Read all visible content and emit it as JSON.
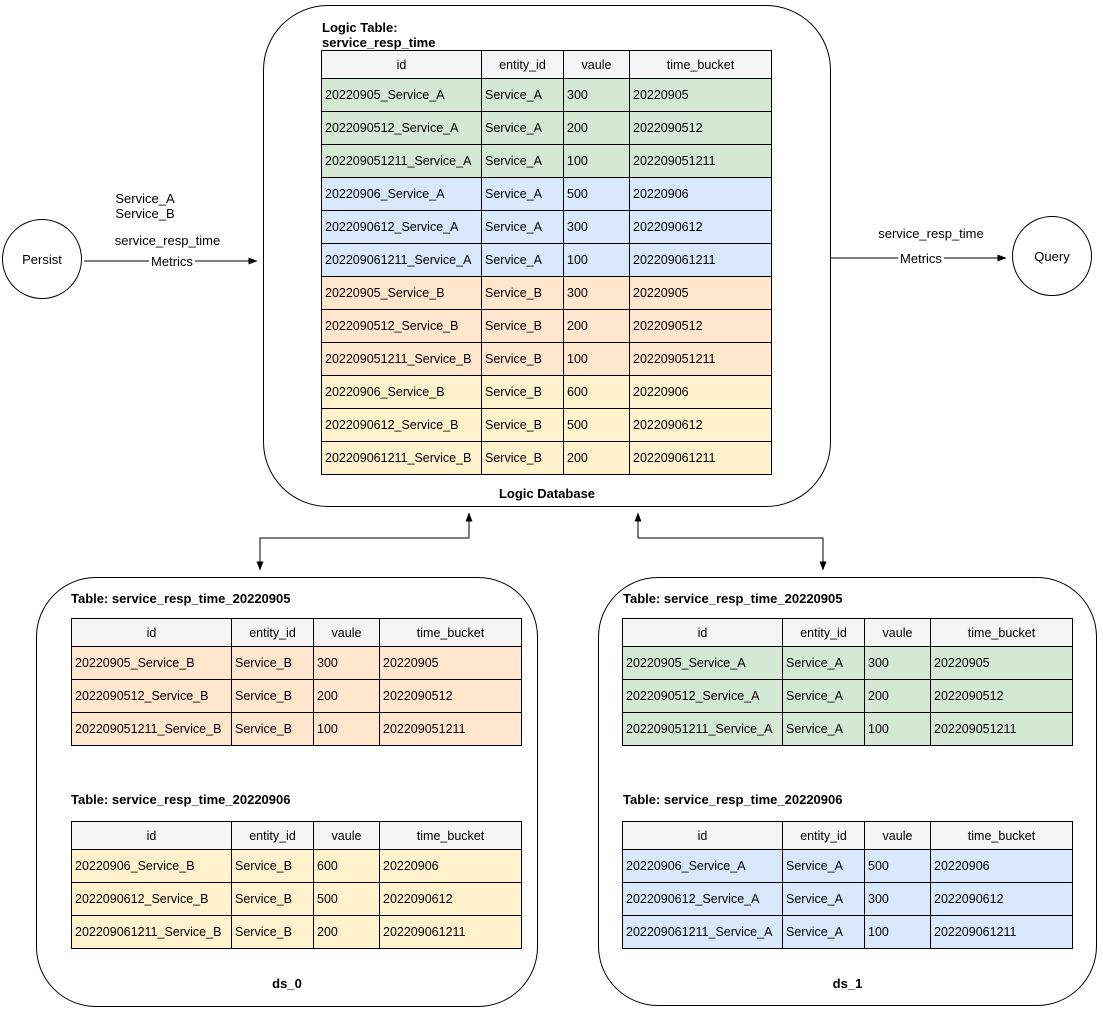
{
  "colors": {
    "green": "#d5e8d4",
    "blue": "#dae8fc",
    "orange": "#ffe6cc",
    "yellow": "#fff2cc",
    "header": "#f5f5f5",
    "stroke": "#000000"
  },
  "flows": {
    "persist": {
      "node_label": "Persist",
      "services": [
        "Service_A",
        "Service_B"
      ],
      "metric_name": "service_resp_time",
      "edge_label": "Metrics"
    },
    "query": {
      "node_label": "Query",
      "metric_name": "service_resp_time",
      "edge_label": "Metrics"
    }
  },
  "logic_database": {
    "title_line1": "Logic Table:",
    "title_line2": "service_resp_time",
    "caption": "Logic Database",
    "table": {
      "headers": [
        "id",
        "entity_id",
        "vaule",
        "time_bucket"
      ],
      "rows": [
        {
          "color": "green",
          "cells": [
            "20220905_Service_A",
            "Service_A",
            "300",
            "20220905"
          ]
        },
        {
          "color": "green",
          "cells": [
            "2022090512_Service_A",
            "Service_A",
            "200",
            "2022090512"
          ]
        },
        {
          "color": "green",
          "cells": [
            "202209051211_Service_A",
            "Service_A",
            "100",
            "202209051211"
          ]
        },
        {
          "color": "blue",
          "cells": [
            "20220906_Service_A",
            "Service_A",
            "500",
            "20220906"
          ]
        },
        {
          "color": "blue",
          "cells": [
            "2022090612_Service_A",
            "Service_A",
            "300",
            "2022090612"
          ]
        },
        {
          "color": "blue",
          "cells": [
            "202209061211_Service_A",
            "Service_A",
            "100",
            "202209061211"
          ]
        },
        {
          "color": "orange",
          "cells": [
            "20220905_Service_B",
            "Service_B",
            "300",
            "20220905"
          ]
        },
        {
          "color": "orange",
          "cells": [
            "2022090512_Service_B",
            "Service_B",
            "200",
            "2022090512"
          ]
        },
        {
          "color": "orange",
          "cells": [
            "202209051211_Service_B",
            "Service_B",
            "100",
            "202209051211"
          ]
        },
        {
          "color": "yellow",
          "cells": [
            "20220906_Service_B",
            "Service_B",
            "600",
            "20220906"
          ]
        },
        {
          "color": "yellow",
          "cells": [
            "2022090612_Service_B",
            "Service_B",
            "500",
            "2022090612"
          ]
        },
        {
          "color": "yellow",
          "cells": [
            "202209061211_Service_B",
            "Service_B",
            "200",
            "202209061211"
          ]
        }
      ]
    }
  },
  "ds_0": {
    "caption": "ds_0",
    "tables": [
      {
        "title": "Table: service_resp_time_20220905",
        "headers": [
          "id",
          "entity_id",
          "vaule",
          "time_bucket"
        ],
        "rows": [
          {
            "color": "orange",
            "cells": [
              "20220905_Service_B",
              "Service_B",
              "300",
              "20220905"
            ]
          },
          {
            "color": "orange",
            "cells": [
              "2022090512_Service_B",
              "Service_B",
              "200",
              "2022090512"
            ]
          },
          {
            "color": "orange",
            "cells": [
              "202209051211_Service_B",
              "Service_B",
              "100",
              "202209051211"
            ]
          }
        ]
      },
      {
        "title": "Table: service_resp_time_20220906",
        "headers": [
          "id",
          "entity_id",
          "vaule",
          "time_bucket"
        ],
        "rows": [
          {
            "color": "yellow",
            "cells": [
              "20220906_Service_B",
              "Service_B",
              "600",
              "20220906"
            ]
          },
          {
            "color": "yellow",
            "cells": [
              "2022090612_Service_B",
              "Service_B",
              "500",
              "2022090612"
            ]
          },
          {
            "color": "yellow",
            "cells": [
              "202209061211_Service_B",
              "Service_B",
              "200",
              "202209061211"
            ]
          }
        ]
      }
    ]
  },
  "ds_1": {
    "caption": "ds_1",
    "tables": [
      {
        "title": "Table: service_resp_time_20220905",
        "headers": [
          "id",
          "entity_id",
          "vaule",
          "time_bucket"
        ],
        "rows": [
          {
            "color": "green",
            "cells": [
              "20220905_Service_A",
              "Service_A",
              "300",
              "20220905"
            ]
          },
          {
            "color": "green",
            "cells": [
              "2022090512_Service_A",
              "Service_A",
              "200",
              "2022090512"
            ]
          },
          {
            "color": "green",
            "cells": [
              "202209051211_Service_A",
              "Service_A",
              "100",
              "202209051211"
            ]
          }
        ]
      },
      {
        "title": "Table: service_resp_time_20220906",
        "headers": [
          "id",
          "entity_id",
          "vaule",
          "time_bucket"
        ],
        "rows": [
          {
            "color": "blue",
            "cells": [
              "20220906_Service_A",
              "Service_A",
              "500",
              "20220906"
            ]
          },
          {
            "color": "blue",
            "cells": [
              "2022090612_Service_A",
              "Service_A",
              "300",
              "2022090612"
            ]
          },
          {
            "color": "blue",
            "cells": [
              "202209061211_Service_A",
              "Service_A",
              "100",
              "202209061211"
            ]
          }
        ]
      }
    ]
  }
}
